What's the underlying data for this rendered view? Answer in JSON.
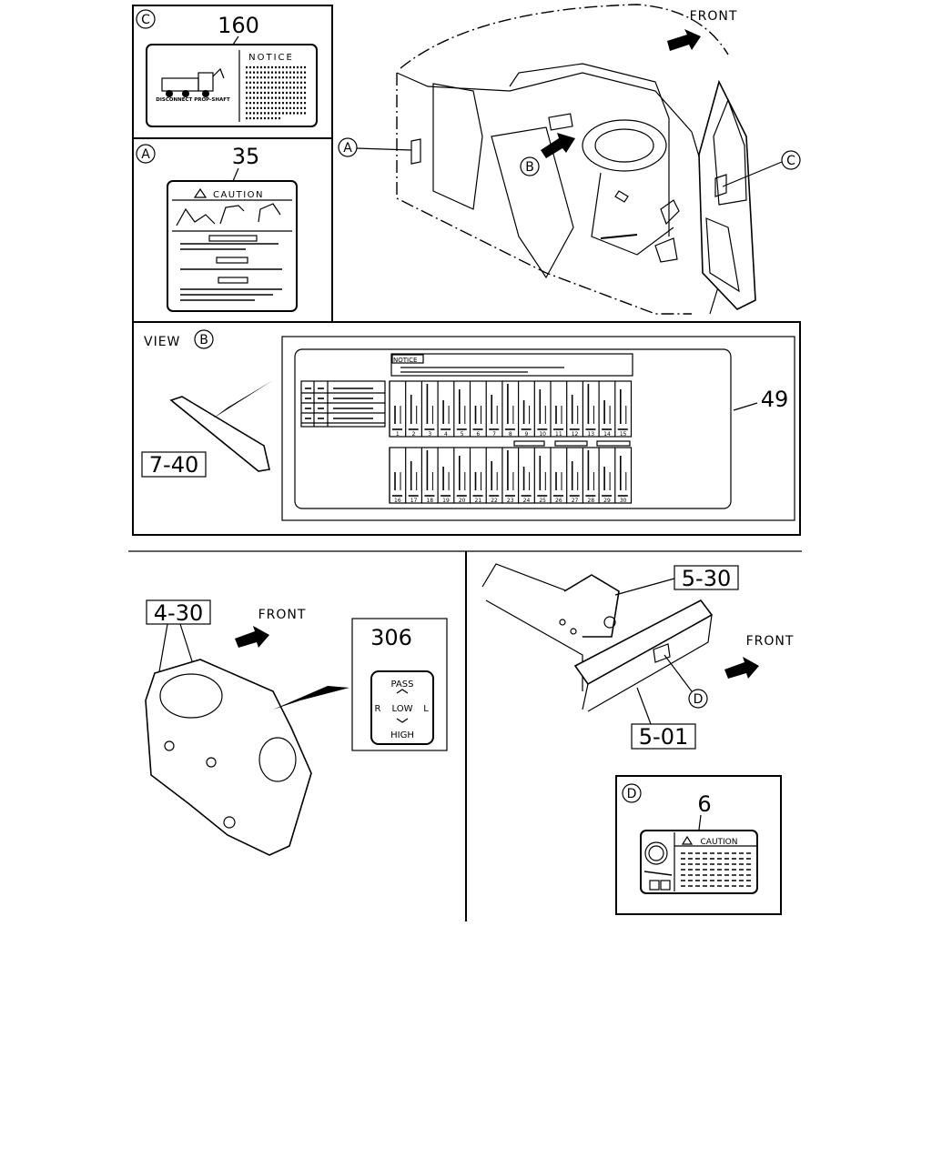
{
  "views": {
    "c": {
      "badge": "C",
      "part": "160",
      "label_heading": "NOTICE",
      "label_caption": "DISCONNECT PROP-SHAFT"
    },
    "a": {
      "badge": "A",
      "part": "35",
      "label_heading": "CAUTION"
    },
    "b": {
      "view_word": "VIEW",
      "badge": "B",
      "part_label": "49",
      "part_panel": "7-40",
      "label_heading": "NOTICE",
      "row1_numbers": [
        "1",
        "2",
        "3",
        "4",
        "5",
        "6",
        "7",
        "8",
        "9",
        "10",
        "11",
        "12",
        "13",
        "14",
        "15"
      ],
      "row2_numbers": [
        "16",
        "17",
        "18",
        "19",
        "20",
        "21",
        "22",
        "23",
        "24",
        "25",
        "26",
        "27",
        "28",
        "29",
        "30"
      ]
    },
    "d": {
      "badge": "D",
      "part": "6",
      "label_heading": "CAUTION"
    }
  },
  "cab": {
    "front": "FRONT",
    "callout_a": "A",
    "callout_b": "B",
    "callout_c": "C"
  },
  "switch": {
    "part_body": "4-30",
    "part_label": "306",
    "front": "FRONT",
    "lines": [
      "PASS",
      "R",
      "LOW",
      "L",
      "HIGH"
    ]
  },
  "frame": {
    "part_bracket": "5-30",
    "part_rail": "5-01",
    "front": "FRONT",
    "callout_d": "D"
  }
}
